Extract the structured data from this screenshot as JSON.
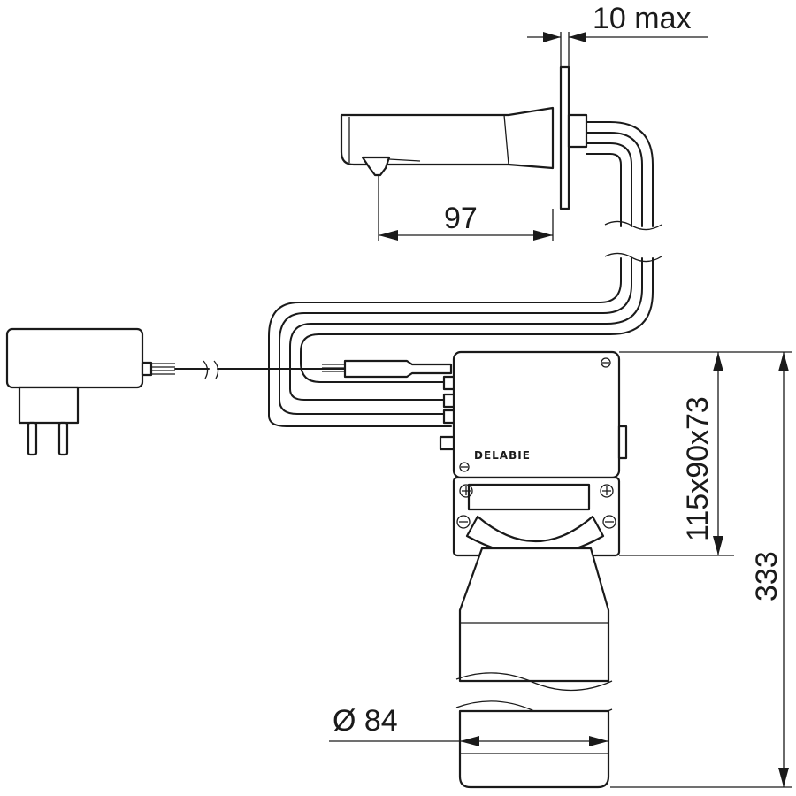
{
  "dimensions": {
    "wall_thickness": "10 max",
    "spout_projection": "97",
    "box_size": "115x90x73",
    "total_height": "333",
    "pipe_diameter": "Ø 84"
  },
  "brand": "DELABIE"
}
